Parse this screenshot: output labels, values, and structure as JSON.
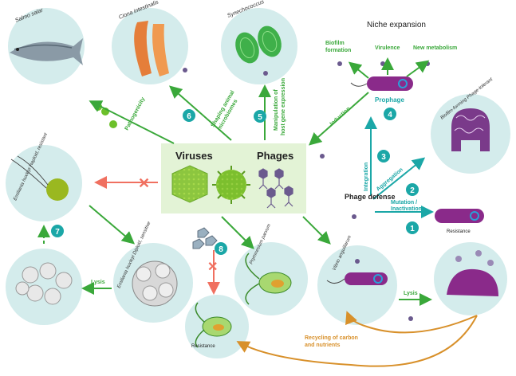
{
  "colors": {
    "green": "#3aa83a",
    "teal": "#1ba7a7",
    "red": "#f07060",
    "orange": "#d8902a",
    "circle": "#d4ecec",
    "center": "#e3f3d6",
    "purple": "#7a3a9a"
  },
  "organisms": {
    "salmo": "Salmo salar",
    "ciona": "Ciona intestinalis",
    "synechococcus": "Synechococcus",
    "biofilm_phage": "Biofilm-forming Phage-tolerant",
    "emiliania_haploid": "Emiliania huxleyi Haploid, resistant",
    "emiliania_diploid": "Emiliania huxleyi Diploid, sensitive",
    "prymnesium": "Prymnesium parvum",
    "vibrio": "Vibrio anguillarum"
  },
  "center": {
    "viruses": "Viruses",
    "phages": "Phages"
  },
  "niche": {
    "title": "Niche expansion",
    "biofilm": [
      "Biofilm",
      "formation"
    ],
    "virulence": "Virulence",
    "new_metabolism": "New metabolism",
    "prophage": "Prophage",
    "induction": "Induction"
  },
  "labels": {
    "shaping": [
      "Shaping animal",
      "microbiomes"
    ],
    "manipulation": [
      "Manipulation of",
      "host gene expression"
    ],
    "pathogenicity": "Pathogenicity",
    "phage_defense": "Phage defense",
    "integration": "Integration",
    "aggregation": "Aggregation",
    "mutation": [
      "Mutation /",
      "Inactivation"
    ],
    "resistance_right": "Resistance",
    "resistance_bottom": "Resistance",
    "lysis_left": "Lysis",
    "lysis_right": "Lysis",
    "recycling": [
      "Recycling of carbon",
      "and nutrients"
    ]
  },
  "numbers": {
    "n1": "1",
    "n2": "2",
    "n3": "3",
    "n4": "4",
    "n5": "5",
    "n6": "6",
    "n7": "7",
    "n8": "8"
  }
}
